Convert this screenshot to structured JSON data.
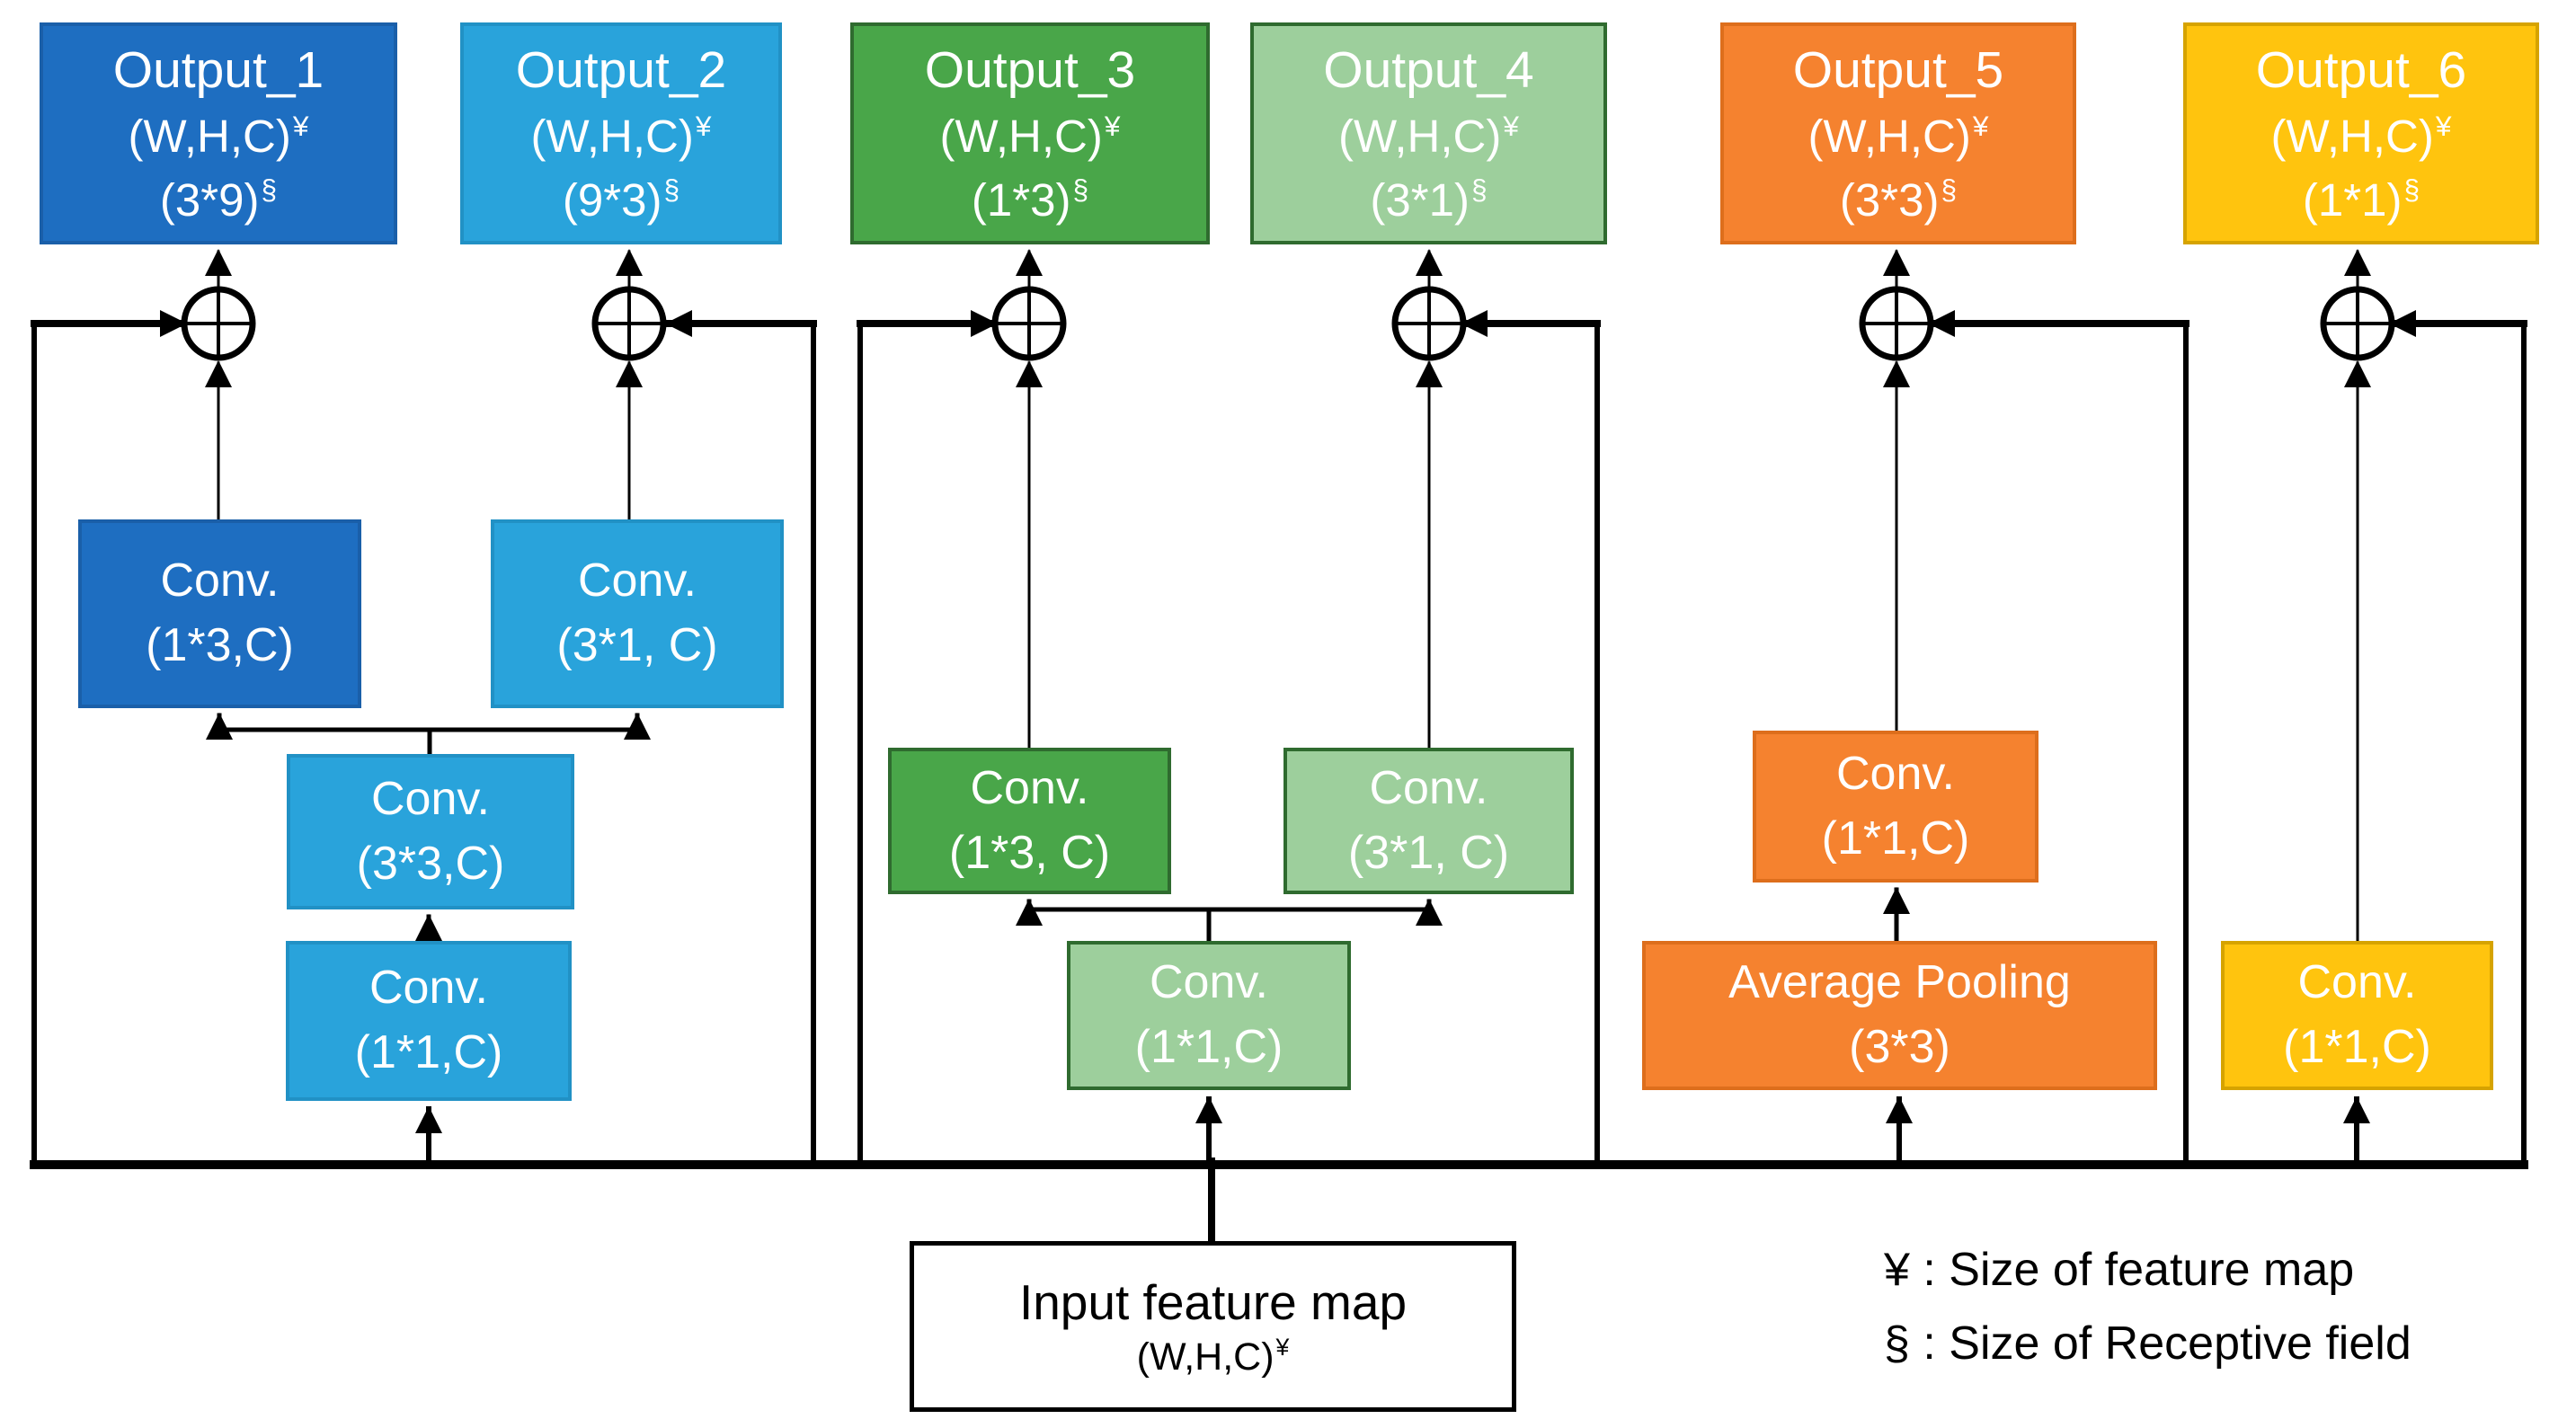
{
  "colors": {
    "dark_blue": "#1E6EC1",
    "light_blue": "#29A3DB",
    "green": "#49A649",
    "light_green": "#9DCF9C",
    "orange": "#F5822F",
    "yellow": "#FFC40E",
    "line_black": "#000000",
    "box_text": "#FFFFFF"
  },
  "border_colors": {
    "dark_blue": "#1A5FA9",
    "light_blue": "#2191C5",
    "green": "#2F6B2F",
    "light_green": "#2F6B2F",
    "orange": "#DD6E1C",
    "yellow": "#D6A300"
  },
  "outputs": [
    {
      "title": "Output_1",
      "feature_map": "(W,H,C)",
      "feature_map_sup": "¥",
      "receptive_field": "(3*9)",
      "receptive_field_sup": "§"
    },
    {
      "title": "Output_2",
      "feature_map": "(W,H,C)",
      "feature_map_sup": "¥",
      "receptive_field": "(9*3)",
      "receptive_field_sup": "§"
    },
    {
      "title": "Output_3",
      "feature_map": "(W,H,C)",
      "feature_map_sup": "¥",
      "receptive_field": "(1*3)",
      "receptive_field_sup": "§"
    },
    {
      "title": "Output_4",
      "feature_map": "(W,H,C)",
      "feature_map_sup": "¥",
      "receptive_field": "(3*1)",
      "receptive_field_sup": "§"
    },
    {
      "title": "Output_5",
      "feature_map": "(W,H,C)",
      "feature_map_sup": "¥",
      "receptive_field": "(3*3)",
      "receptive_field_sup": "§"
    },
    {
      "title": "Output_6",
      "feature_map": "(W,H,C)",
      "feature_map_sup": "¥",
      "receptive_field": "(1*1)",
      "receptive_field_sup": "§"
    }
  ],
  "blocks": {
    "branch1_conv_top_left": {
      "line1": "Conv.",
      "line2": "(1*3,C)"
    },
    "branch1_conv_top_right": {
      "line1": "Conv.",
      "line2": "(3*1, C)"
    },
    "branch1_conv_mid": {
      "line1": "Conv.",
      "line2": "(3*3,C)"
    },
    "branch1_conv_bottom": {
      "line1": "Conv.",
      "line2": "(1*1,C)"
    },
    "branch2_conv_top_left": {
      "line1": "Conv.",
      "line2": "(1*3, C)"
    },
    "branch2_conv_top_right": {
      "line1": "Conv.",
      "line2": "(3*1, C)"
    },
    "branch2_conv_bottom": {
      "line1": "Conv.",
      "line2": "(1*1,C)"
    },
    "branch3_conv_top": {
      "line1": "Conv.",
      "line2": "(1*1,C)"
    },
    "branch3_avg_pool": {
      "line1": "Average Pooling",
      "line2": "(3*3)"
    },
    "branch4_conv": {
      "line1": "Conv.",
      "line2": "(1*1,C)"
    }
  },
  "input_box": {
    "title": "Input feature map",
    "dims": "(W,H,C)",
    "dims_sup": "¥"
  },
  "legend": {
    "line1": "¥ : Size of feature map",
    "line2": "§ : Size of Receptive field"
  }
}
